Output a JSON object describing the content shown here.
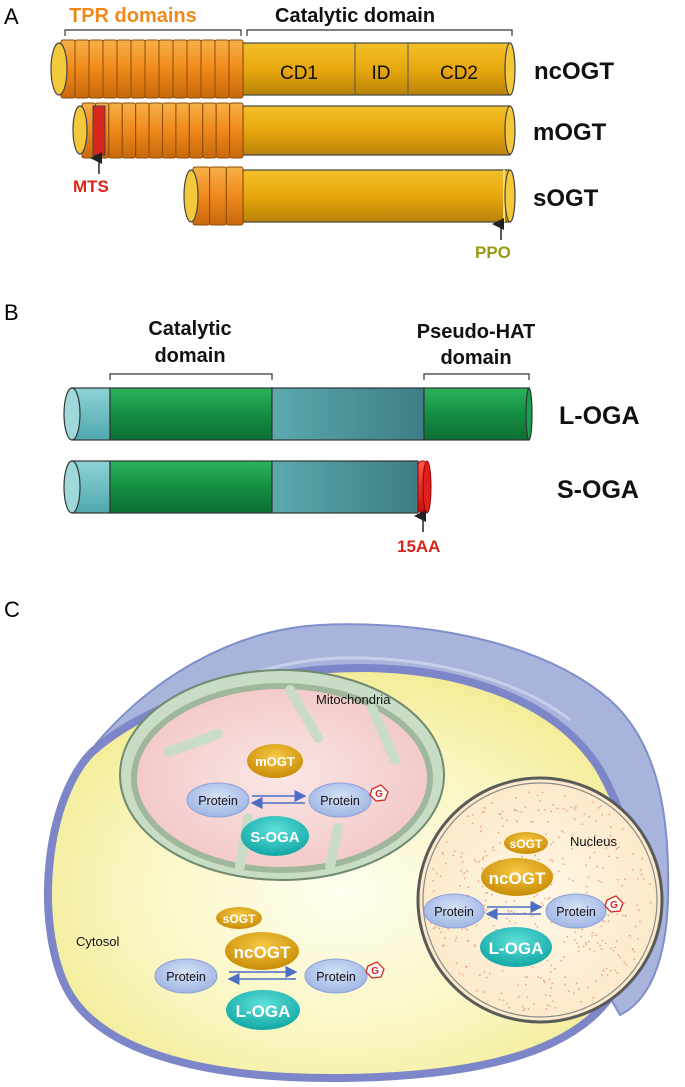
{
  "panelA": {
    "letter": "A",
    "tpr_label": "TPR domains",
    "catalytic_label": "Catalytic domain",
    "segments": {
      "cd1": "CD1",
      "id": "ID",
      "cd2": "CD2"
    },
    "isoforms": {
      "ncogt": "ncOGT",
      "mogt": "mOGT",
      "sogt": "sOGT"
    },
    "mts": "MTS",
    "ppo": "PPO"
  },
  "panelB": {
    "letter": "B",
    "catalytic_line1": "Catalytic",
    "catalytic_line2": "domain",
    "hat_line1": "Pseudo-HAT",
    "hat_line2": "domain",
    "isoforms": {
      "loga": "L-OGA",
      "soga": "S-OGA"
    },
    "aa": "15AA"
  },
  "panelC": {
    "letter": "C",
    "mitochondria": "Mitochondria",
    "nucleus": "Nucleus",
    "cytosol": "Cytosol",
    "mito": {
      "ogt": "mOGT",
      "protein": "Protein",
      "protein_g": "Protein",
      "g": "G",
      "oga": "S-OGA"
    },
    "nuc": {
      "sogt": "sOGT",
      "ncogt": "ncOGT",
      "protein": "Protein",
      "protein_g": "Protein",
      "g": "G",
      "oga": "L-OGA"
    },
    "cyto": {
      "sogt": "sOGT",
      "ncogt": "ncOGT",
      "protein": "Protein",
      "protein_g": "Protein",
      "g": "G",
      "oga": "L-OGA"
    }
  },
  "colors": {
    "tpr": "#F0961E",
    "catalytic": "#E8A80E",
    "mts": "#D9261C",
    "ppo": "#9A9A10",
    "oga_light": "#6CC3C8",
    "oga_green": "#159A48",
    "oga_red": "#E0201A",
    "cell_membrane": "#7E8FCB",
    "cytosol": "#F7F2A0"
  }
}
